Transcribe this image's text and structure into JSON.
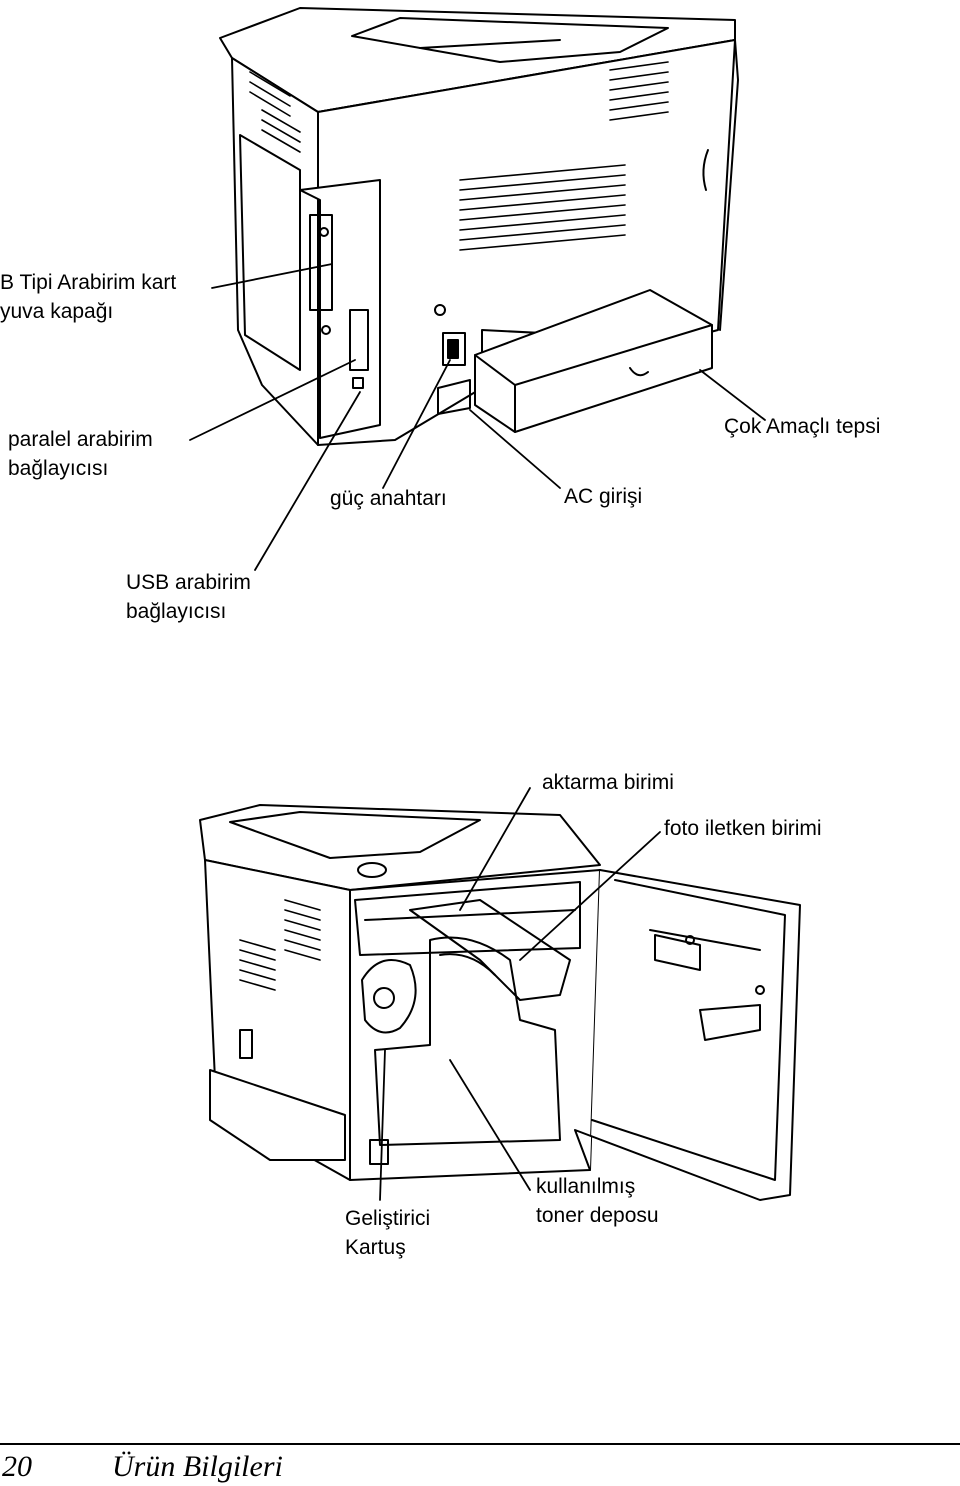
{
  "figure_top": {
    "labels": {
      "b_type_slot_line1": "B Tipi Arabirim kart",
      "b_type_slot_line2": "yuva kapağı",
      "parallel_line1": "paralel arabirim",
      "parallel_line2": "bağlayıcısı",
      "power_switch": "güç anahtarı",
      "ac_inlet": "AC girişi",
      "mp_tray": "Çok Amaçlı tepsi",
      "usb_line1": "USB arabirim",
      "usb_line2": "bağlayıcısı"
    }
  },
  "figure_bottom": {
    "labels": {
      "transfer_unit": "aktarma birimi",
      "photoconductor_unit": "foto iletken birimi",
      "developer_line1": "Geliştirici",
      "developer_line2": "Kartuş",
      "waste_line1": "kullanılmış",
      "waste_line2": "toner deposu"
    }
  },
  "footer": {
    "page_number": "20",
    "section_title": "Ürün Bilgileri"
  }
}
